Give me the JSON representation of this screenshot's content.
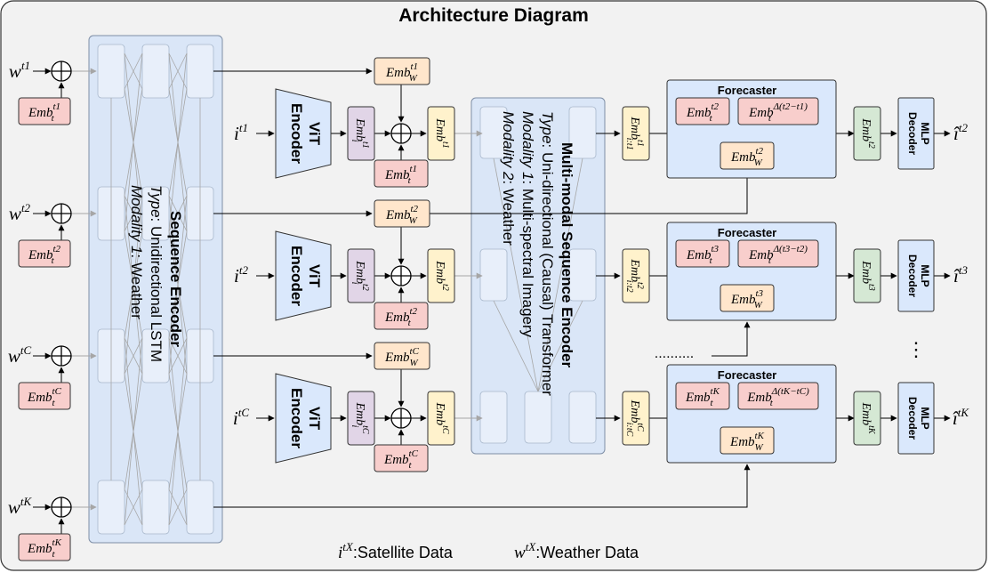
{
  "title": "Architecture Diagram",
  "colors": {
    "frame_bg": "#f2f2f2",
    "encoder_bg": "#dae6f7",
    "cell_bg": "#e8effa",
    "vit_bg": "#dae8fc",
    "emb_t_bg": "#f8cecc",
    "emb_w_bg": "#ffe6cc",
    "emb_i_bg": "#e1d5e7",
    "emb_seq_bg": "#fff2cc",
    "emb_out_bg": "#d5e8d4",
    "forecaster_bg": "#dae8fc"
  },
  "inputs": {
    "weather": [
      "w",
      "w",
      "w",
      "w"
    ],
    "weather_sup": [
      "t1",
      "t2",
      "tC",
      "tK"
    ],
    "satellite": [
      "i",
      "i",
      "i"
    ],
    "satellite_sup": [
      "t1",
      "t2",
      "tC"
    ]
  },
  "seq_encoder": {
    "title": "Sequence Encoder",
    "type_key": "Type",
    "type_value": ": Unidirectional LSTM",
    "modality_key": "Modality 1",
    "modality_value": ": Weather"
  },
  "mm_encoder": {
    "title": "Multi-modal Sequence Encoder",
    "type_key": "Type",
    "type_value": ": Uni-directional (Causal) Transformer",
    "modality1_key": "Modality 1",
    "modality1_value": ": Multi-spectral Imagery",
    "modality2_key": "Modality 2",
    "modality2_value": ": Weather"
  },
  "vit": {
    "line1": "ViT",
    "line2": "Encoder"
  },
  "forecaster_label": "Forecaster",
  "mlp": {
    "line1": "MLP",
    "line2": "Decoder"
  },
  "emb_base": "Emb",
  "subs": {
    "t": "t",
    "W": "W",
    "i": "i"
  },
  "time_sups": [
    "t1",
    "t2",
    "tC",
    "tK",
    "t3"
  ],
  "seq_subs": [
    "i:t1",
    "i:t2",
    "i:tC"
  ],
  "delta_sups": [
    "Δ(t2−t1)",
    "Δ(t3−t2)",
    "Δ(tK−tC)"
  ],
  "outputs": {
    "symbol": "î",
    "sups": [
      "t2",
      "t3",
      "tK"
    ]
  },
  "ellipsis_h": "..........",
  "ellipsis_v": "⋮",
  "legend": [
    {
      "var": "i",
      "sup": "tX",
      "label": ":Satellite Data"
    },
    {
      "var": "w",
      "sup": "tX",
      "label": ":Weather Data"
    }
  ]
}
